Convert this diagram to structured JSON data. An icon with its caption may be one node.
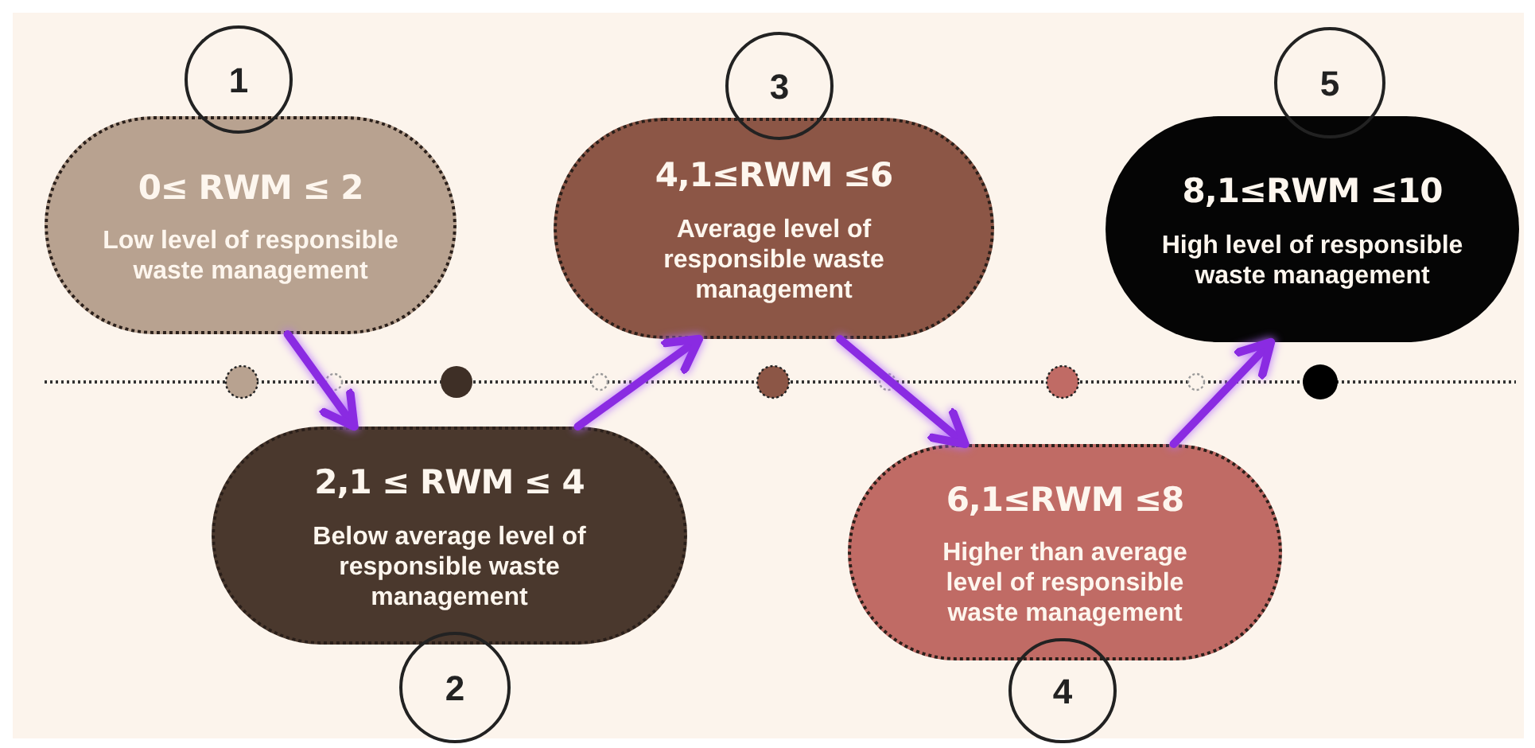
{
  "diagram": {
    "nodes": [
      {
        "text": [
          "0≤ RWM ≤ 2",
          "Low level of responsible waste management"
        ]
      },
      {
        "text": [
          "1"
        ]
      },
      {
        "text": [
          "2,1 ≤ RWM ≤ 4",
          "Below average level of responsible waste management"
        ]
      },
      {
        "text": [
          "2"
        ]
      },
      {
        "text": [
          "4,1≤RWM ≤6",
          "Average level of responsible waste management"
        ]
      },
      {
        "text": [
          "3"
        ]
      },
      {
        "text": [
          "6,1≤RWM ≤8",
          "Higher than average level of responsible waste management"
        ]
      },
      {
        "text": [
          "4"
        ]
      },
      {
        "text": [
          "8,1≤RWM ≤10",
          "High level of responsible waste management"
        ]
      },
      {
        "text": [
          "5"
        ]
      }
    ],
    "edges": [
      {
        "from": 0,
        "to": 2,
        "arrow": "to"
      },
      {
        "from": 2,
        "to": 4,
        "arrow": "to"
      },
      {
        "from": 4,
        "to": 6,
        "arrow": "to"
      },
      {
        "from": 6,
        "to": 8,
        "arrow": "to"
      }
    ]
  }
}
